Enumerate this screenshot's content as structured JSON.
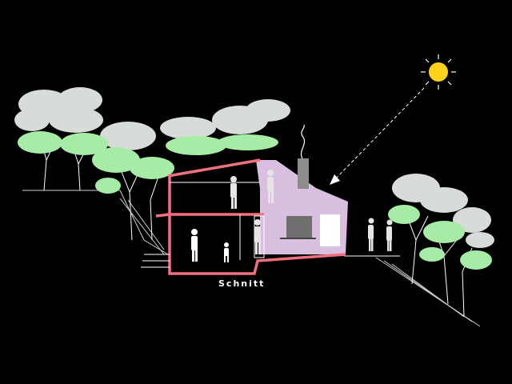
{
  "diagram": {
    "caption": "Schnitt",
    "colors": {
      "background": "#000000",
      "section_cut": "#f07080",
      "house_fill": "#d9bfe0",
      "canopy_grey": "#d8dcd8",
      "canopy_green": "#a6eba6",
      "sun": "#ffd21a",
      "lines": "#ffffff"
    },
    "icons": [
      "sun-icon",
      "sun-ray-arrow",
      "tree",
      "person-silhouette",
      "chimney",
      "smoke"
    ]
  }
}
